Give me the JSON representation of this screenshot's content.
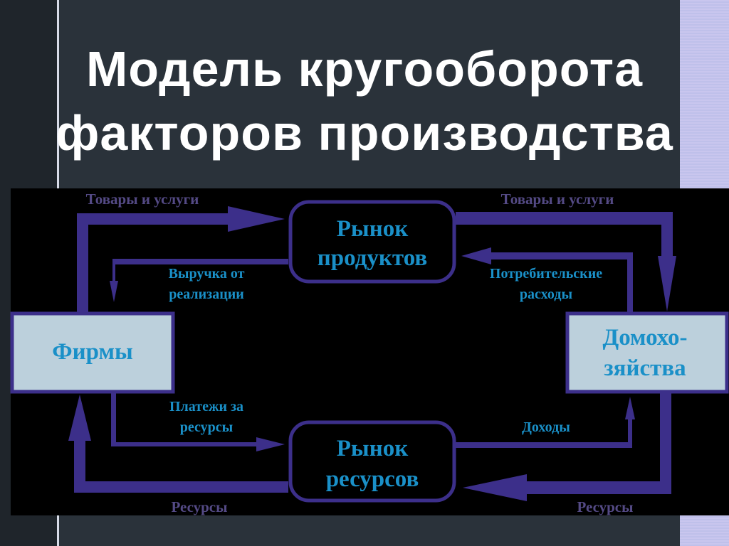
{
  "slide": {
    "title_line1": "Модель кругооборота",
    "title_line2": "факторов производства"
  },
  "diagram": {
    "firms": "Фирмы",
    "households_line1": "Домохо-",
    "households_line2": "зяйства",
    "product_market_line1": "Рынок",
    "product_market_line2": "продуктов",
    "resource_market_line1": "Рынок",
    "resource_market_line2": "ресурсов",
    "goods_services_left": "Товары и услуги",
    "goods_services_right": "Товары и услуги",
    "revenue_line1": "Выручка от",
    "revenue_line2": "реализации",
    "consumer_spending_line1": "Потребительские",
    "consumer_spending_line2": "расходы",
    "resource_payments_line1": "Платежи за",
    "resource_payments_line2": "ресурсы",
    "income": "Доходы",
    "resources_left": "Ресурсы",
    "resources_right": "Ресурсы",
    "colors": {
      "arrow": "#3c2f8a",
      "box_fill": "#bcd0dc",
      "label_blue": "#1a90c8",
      "label_gray": "#544a85"
    }
  }
}
